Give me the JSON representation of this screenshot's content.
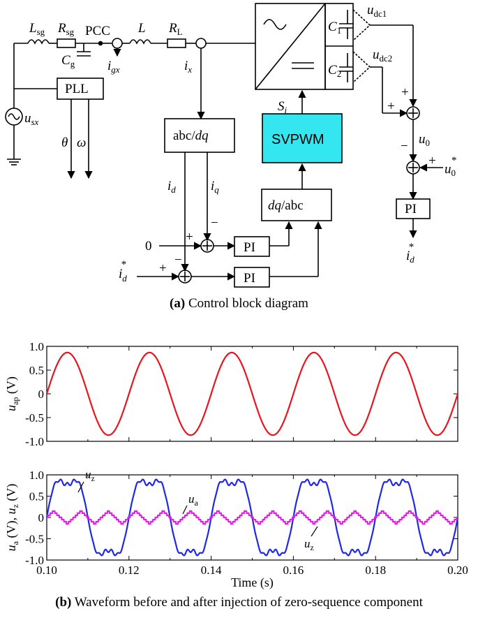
{
  "diagram": {
    "components": {
      "Lsg": "L",
      "Lsg_sub": "sg",
      "Rsg": "R",
      "Rsg_sub": "sg",
      "pcc": "PCC",
      "L": "L",
      "RL": "R",
      "RL_sub": "L",
      "Cg": "C",
      "Cg_sub": "g",
      "igx": "i",
      "igx_sub": "gx",
      "ix": "i",
      "ix_sub": "x",
      "usx": "u",
      "usx_sub": "sx",
      "theta": "θ",
      "omega": "ω",
      "C1": "C",
      "C1_sub": "1",
      "C2": "C",
      "C2_sub": "2",
      "udc1": "u",
      "udc1_sub": "dc1",
      "udc2": "u",
      "udc2_sub": "dc2",
      "Si": "S",
      "Si_sub": "i",
      "u0": "u",
      "u0_sub": "0",
      "u0star": "u",
      "u0star_sub": "0",
      "star": "*",
      "id": "i",
      "id_sub": "d",
      "iq": "i",
      "iq_sub": "q",
      "idstar": "i",
      "idstar_sub": "d",
      "zero": "0",
      "plus": "+",
      "minus": "−"
    },
    "blocks": {
      "pll": "PLL",
      "abc_dq": "abc/dq",
      "svpwm": "SVPWM",
      "dq_abc": "dq/abc",
      "pi": "PI"
    },
    "svpwm_color": "#33e6f0"
  },
  "caption_a": {
    "label": "(a)",
    "text": " Control block diagram"
  },
  "caption_b": {
    "label": "(b)",
    "text": " Waveform before and after injection of zero-sequence component"
  },
  "chart_data": [
    {
      "type": "line",
      "ylabel": "u",
      "ylabel_sub": "ap",
      "ylabel_unit": "(V)",
      "xlim": [
        0.1,
        0.2
      ],
      "ylim": [
        -1.0,
        1.0
      ],
      "yticks": [
        "1.0",
        "0.5",
        "0",
        "-0.5",
        "-1.0"
      ],
      "series": [
        {
          "color": "#e8141e",
          "frequency_hz": 50,
          "amplitude": 0.87,
          "phase_at_0p1s": "zero crossing rising"
        }
      ]
    },
    {
      "type": "line",
      "ylabel": "u",
      "ylabel_sub_a": "a",
      "ylabel_mid": " (V), u",
      "ylabel_sub_z": "z",
      "ylabel_unit": "(V)",
      "xlabel": "Time (s)",
      "xlim": [
        0.1,
        0.2
      ],
      "ylim": [
        -1.0,
        1.0
      ],
      "xticks": [
        "0.10",
        "0.12",
        "0.14",
        "0.16",
        "0.18",
        "0.20"
      ],
      "yticks": [
        "1.0",
        "0.5",
        "0",
        "-0.5",
        "-1.0"
      ],
      "annotations": [
        "u_z",
        "u_a",
        "u_z"
      ],
      "series": [
        {
          "label": "u_z",
          "color": "#1e28e6",
          "peak": 0.9,
          "frequency_hz": 50
        },
        {
          "label": "u_a",
          "color": "#e61ee6",
          "peak": 0.15,
          "frequency_hz": 150
        }
      ]
    }
  ]
}
